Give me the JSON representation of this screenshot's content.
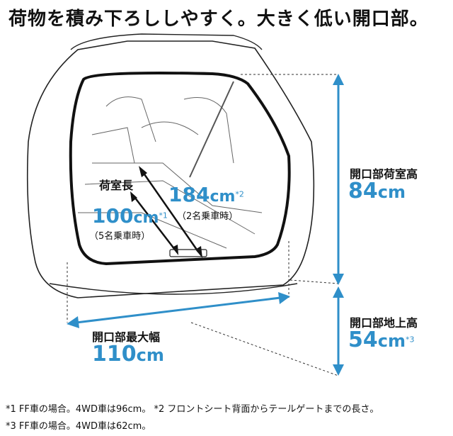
{
  "headline": "荷物を積み下ろししやすく。大きく低い開口部。",
  "colors": {
    "accent": "#2f8fc9",
    "line": "#222222"
  },
  "labels": {
    "cargo_length_title": "荷室長",
    "rear_len_value": "184",
    "rear_len_unit": "cm",
    "rear_len_mark": "*2",
    "rear_len_note": "（2名乗車時）",
    "front_len_value": "100",
    "front_len_unit": "cm",
    "front_len_mark": "*1",
    "front_len_note": "（5名乗車時）",
    "opening_height_title": "開口部荷室高",
    "opening_height_value": "84",
    "opening_height_unit": "cm",
    "ground_height_title": "開口部地上高",
    "ground_height_value": "54",
    "ground_height_unit": "cm",
    "ground_height_mark": "*3",
    "width_title": "開口部最大幅",
    "width_value": "110",
    "width_unit": "cm"
  },
  "footnotes": [
    "*1 FF車の場合。4WD車は96cm。 *2 フロントシート背面からテールゲートまでの長さ。",
    "*3 FF車の場合。4WD車は62cm。"
  ]
}
